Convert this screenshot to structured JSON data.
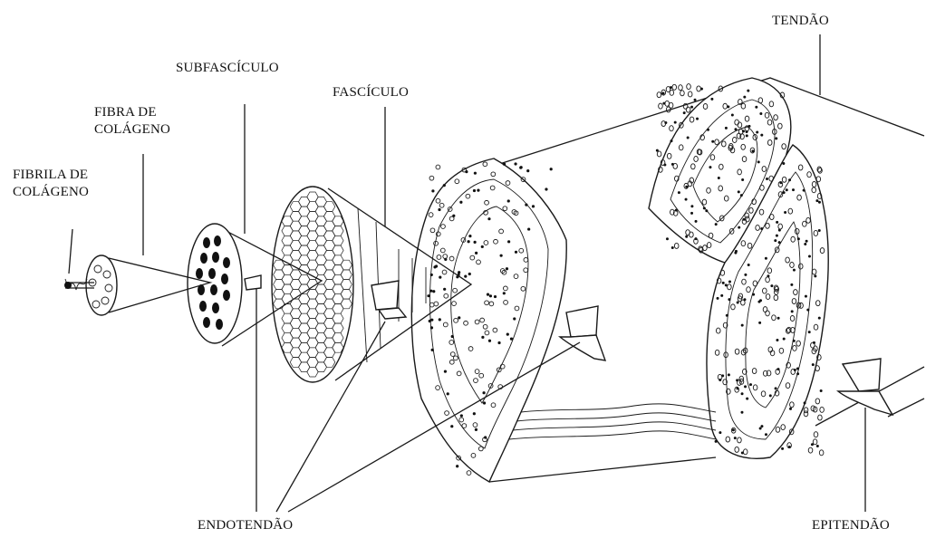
{
  "labels": {
    "fibrila": [
      "FIBRILA DE",
      "COLÁGENO"
    ],
    "fibra": [
      "FIBRA DE",
      "COLÁGENO"
    ],
    "subfasciculo": "SUBFASCÍCULO",
    "fasciculo": "FASCÍCULO",
    "tendao": "TENDÃO",
    "endotendao": "ENDOTENDÃO",
    "epitendao": "EPITENDÃO"
  }
}
